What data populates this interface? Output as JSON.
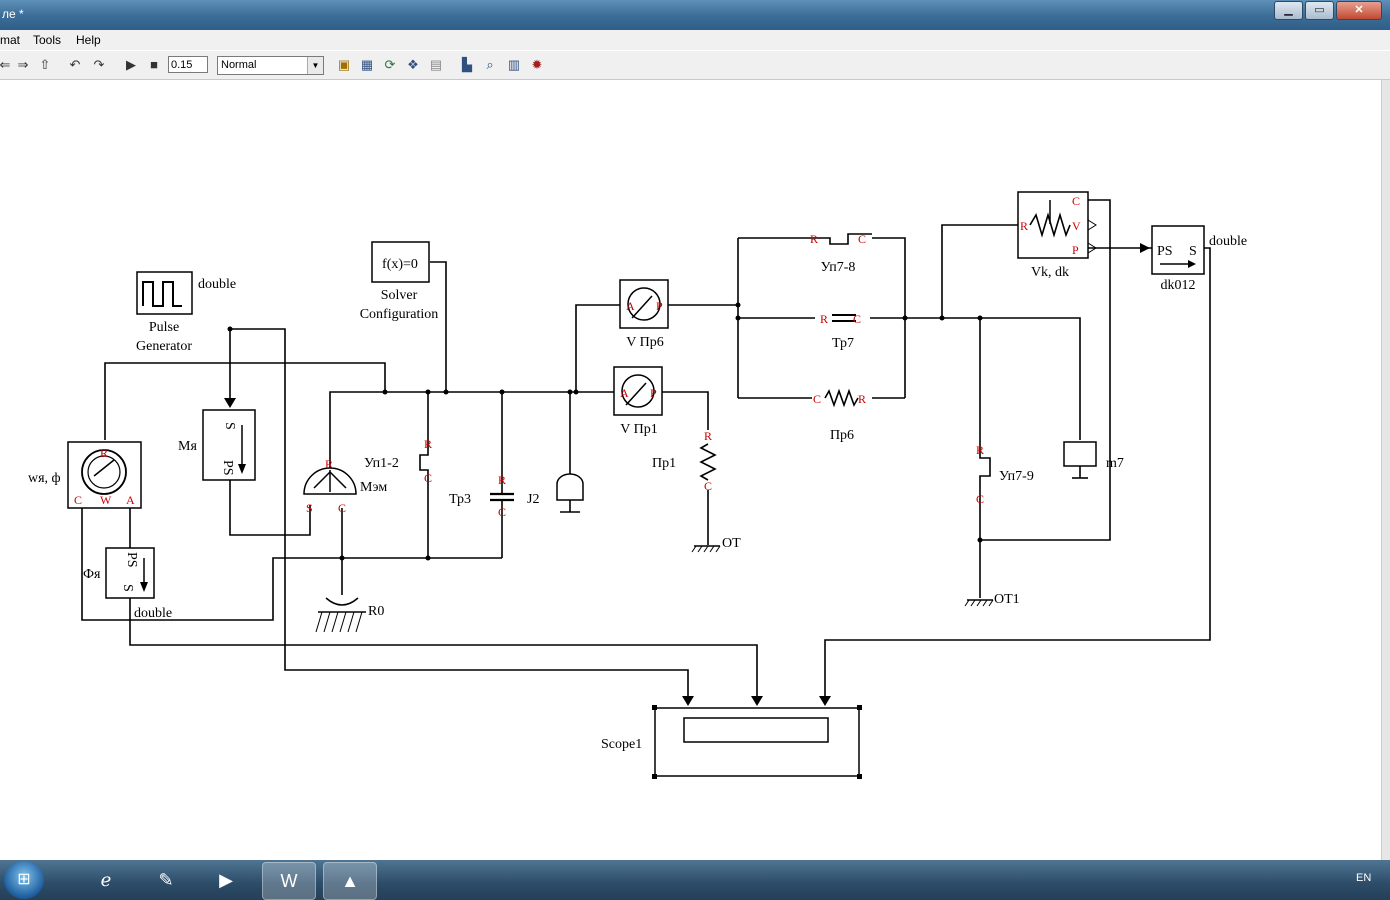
{
  "window": {
    "title": "ле *"
  },
  "menu": {
    "format": "mat",
    "tools": "Tools",
    "help": "Help"
  },
  "toolbar": {
    "stop_time": "0.15",
    "sim_mode": "Normal"
  },
  "blocks": {
    "pulse_generator": "Pulse\nGenerator",
    "pulse_out": "double",
    "solver": "f(x)=0",
    "solver_label": "Solver\nConfiguration",
    "v_pr6": "V Пр6",
    "v_pr1": "V Пр1",
    "up7_8": "Уп7-8",
    "tr7": "Тр7",
    "pr6": "Пр6",
    "vk_dk": "Vk, dk",
    "dk012": "dk012",
    "dk012_out": "double",
    "ps": "PS",
    "s": "S",
    "wya_phi": "wя, ф",
    "mya": "Мя",
    "mem": "Мэм",
    "up1_2": "Уп1-2",
    "tr3": "Тр3",
    "j2": "J2",
    "pr1": "Пр1",
    "ot": "OT",
    "ot1": "OT1",
    "up7_9": "Уп7-9",
    "m7": "m7",
    "fya": "Фя",
    "fya_out": "double",
    "r0": "R0",
    "scope1": "Scope1"
  },
  "ports": {
    "R": "R",
    "C": "C",
    "A": "A",
    "P": "P",
    "V": "V",
    "W": "W"
  },
  "taskbar": {
    "lang": "EN"
  }
}
